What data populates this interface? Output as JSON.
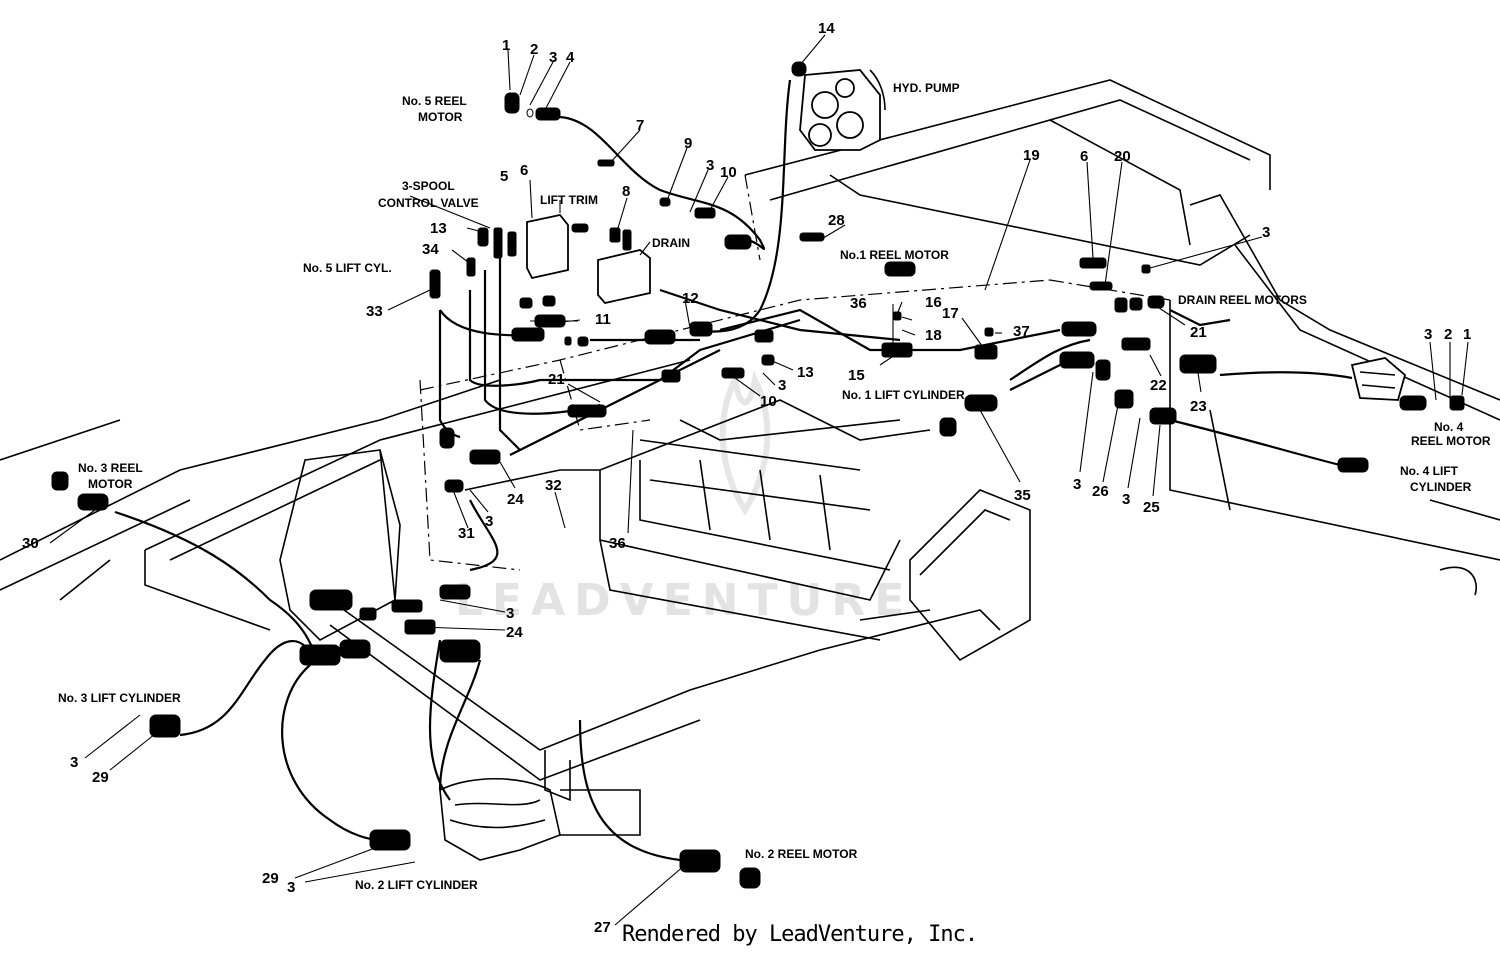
{
  "labels": {
    "no5_reel_motor": [
      "No. 5 REEL",
      "MOTOR"
    ],
    "control_valve": [
      "3-SPOOL",
      "CONTROL VALVE"
    ],
    "lift_trim": "LIFT TRIM",
    "drain": "DRAIN",
    "no5_lift_cyl": "No. 5 LIFT CYL.",
    "hyd_pump": "HYD. PUMP",
    "no1_reel_motor": "No.1 REEL MOTOR",
    "drain_reel_motors": "DRAIN REEL MOTORS",
    "no1_lift_cylinder": "No. 1 LIFT CYLINDER",
    "no4_reel_motor": [
      "No. 4",
      "REEL MOTOR"
    ],
    "no4_lift_cylinder": [
      "No. 4 LIFT",
      "CYLINDER"
    ],
    "no3_reel_motor": [
      "No. 3 REEL",
      "MOTOR"
    ],
    "no3_lift_cylinder": "No. 3 LIFT CYLINDER",
    "no2_lift_cylinder": "No. 2 LIFT CYLINDER",
    "no2_reel_motor": "No. 2 REEL MOTOR"
  },
  "callouts": {
    "c1": "1",
    "c2": "2",
    "c3": "3",
    "c4": "4",
    "c5": "5",
    "c6": "6",
    "c7": "7",
    "c8": "8",
    "c9": "9",
    "c10": "10",
    "c11": "11",
    "c12": "12",
    "c13": "13",
    "c14": "14",
    "c15": "15",
    "c16": "16",
    "c17": "17",
    "c18": "18",
    "c19": "19",
    "c20": "20",
    "c21": "21",
    "c22": "22",
    "c23": "23",
    "c24": "24",
    "c25": "25",
    "c26": "26",
    "c27": "27",
    "c28": "28",
    "c29": "29",
    "c30": "30",
    "c31": "31",
    "c32": "32",
    "c33": "33",
    "c34": "34",
    "c35": "35",
    "c36": "36",
    "c37": "37"
  },
  "watermark": "LEADVENTURE",
  "credit": "Rendered by LeadVenture, Inc."
}
